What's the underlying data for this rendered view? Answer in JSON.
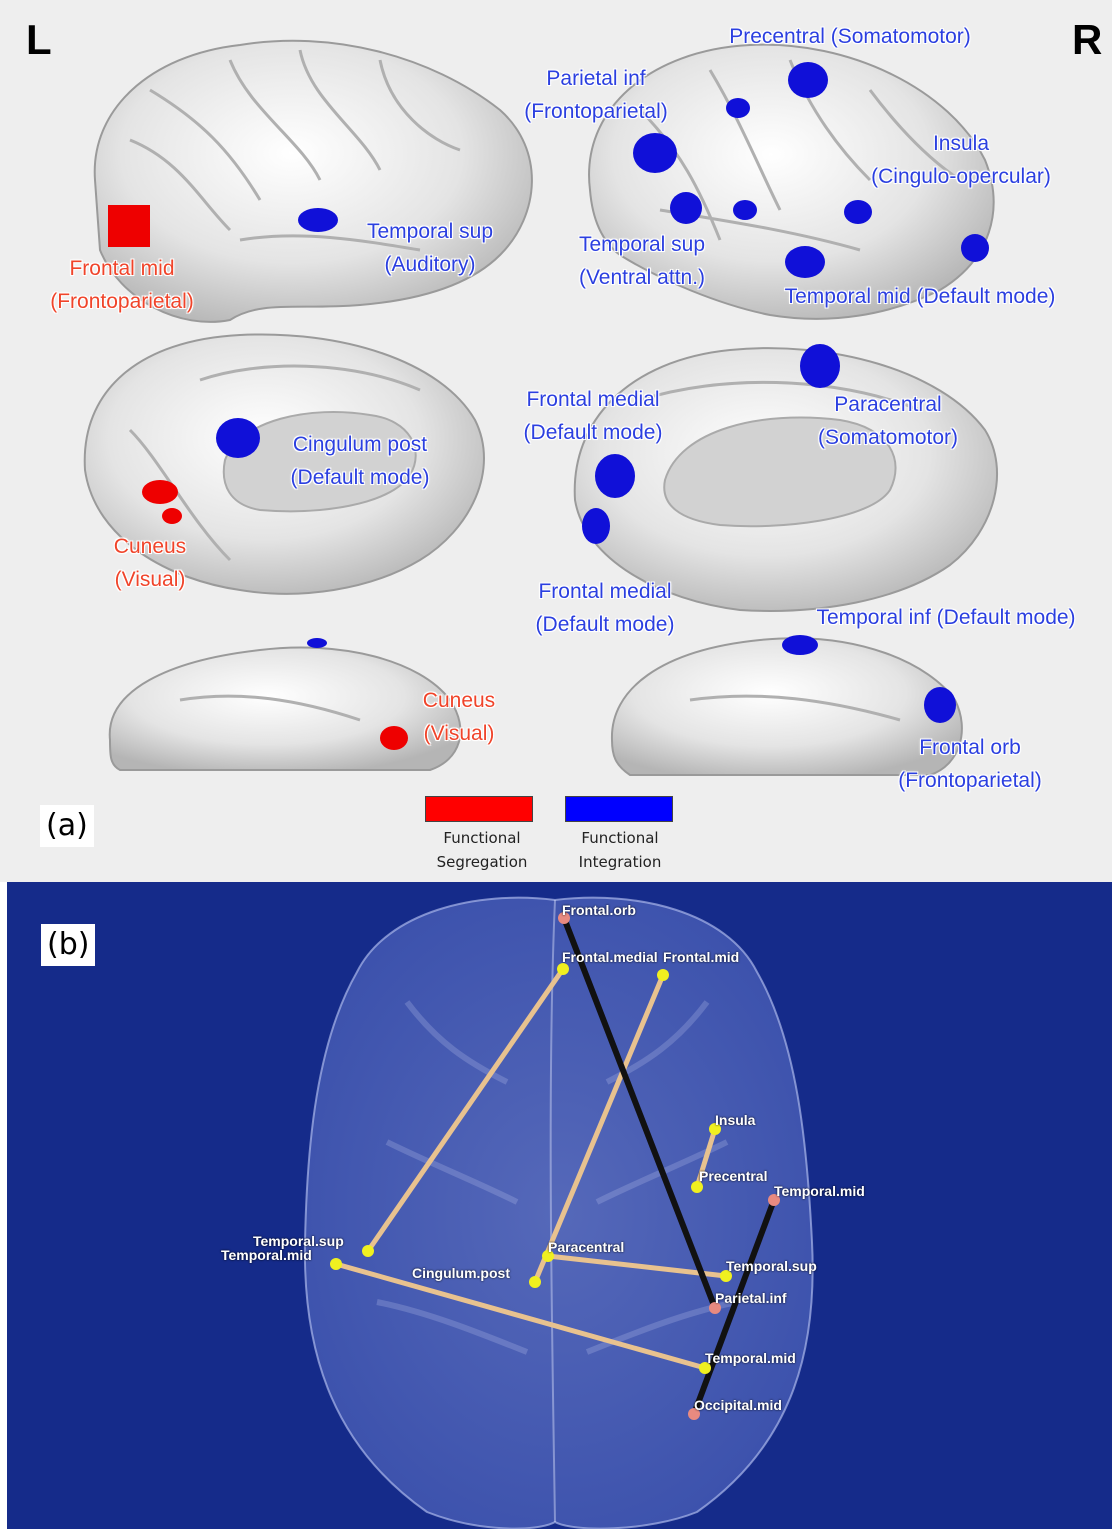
{
  "panel_a": {
    "tag": "(a)",
    "left_marker": "L",
    "right_marker": "R",
    "labels": {
      "frontal_mid_l": {
        "line1": "Frontal mid",
        "line2": "(Frontoparietal)"
      },
      "temporal_sup_l": {
        "line1": "Temporal sup",
        "line2": "(Auditory)"
      },
      "precentral_r": {
        "line1": "Precentral (Somatomotor)"
      },
      "parietal_inf_r": {
        "line1": "Parietal inf",
        "line2": "(Frontoparietal)"
      },
      "insula_r": {
        "line1": "Insula",
        "line2": "(Cingulo-opercular)"
      },
      "temporal_sup_r": {
        "line1": "Temporal sup",
        "line2": "(Ventral attn.)"
      },
      "temporal_mid_r": {
        "line1": "Temporal mid (Default mode)"
      },
      "cingulum_post_l": {
        "line1": "Cingulum post",
        "line2": "(Default mode)"
      },
      "cuneus_l": {
        "line1": "Cuneus",
        "line2": "(Visual)"
      },
      "frontal_medial_r1": {
        "line1": "Frontal medial",
        "line2": "(Default mode)"
      },
      "paracentral_r": {
        "line1": "Paracentral",
        "line2": "(Somatomotor)"
      },
      "frontal_medial_r2": {
        "line1": "Frontal medial",
        "line2": "(Default mode)"
      },
      "temporal_inf_r": {
        "line1": "Temporal inf (Default mode)"
      },
      "cuneus_l_bottom": {
        "line1": "Cuneus",
        "line2": "(Visual)"
      },
      "frontal_orb_r": {
        "line1": "Frontal orb",
        "line2": "(Frontoparietal)"
      }
    },
    "legend": [
      {
        "line1": "Functional",
        "line2": "Segregation",
        "color": "#ff0000"
      },
      {
        "line1": "Functional",
        "line2": "Integration",
        "color": "#0000ff"
      }
    ]
  },
  "panel_b": {
    "tag": "(b)",
    "background_color": "#152b8a",
    "node_labels": {
      "frontal_orb": "Frontal.orb",
      "frontal_medial": "Frontal.medial",
      "frontal_mid": "Frontal.mid",
      "insula": "Insula",
      "precentral": "Precentral",
      "temporal_mid_r_upper": "Temporal.mid",
      "temporal_sup_l": "Temporal.sup",
      "temporal_mid_l": "Temporal.mid",
      "paracentral": "Paracentral",
      "cingulum_post": "Cingulum.post",
      "temporal_sup_r": "Temporal.sup",
      "parietal_inf": "Parietal.inf",
      "temporal_mid_r_lower": "Temporal.mid",
      "occipital_mid": "Occipital.mid"
    },
    "colors": {
      "integration_edge": "#e8c28f",
      "segregation_edge": "#111111",
      "yellow_node": "#f0f020",
      "pink_node": "#e88a80"
    }
  }
}
